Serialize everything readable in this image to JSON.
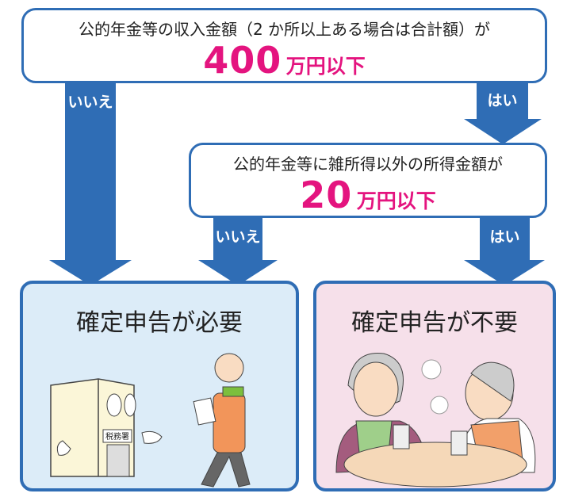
{
  "question1": {
    "text": "公的年金等の収入金額（2 か所以上ある場合は合計額）が",
    "amount": "400",
    "unit": "万円以下"
  },
  "question2": {
    "text": "公的年金等に雑所得以外の所得金額が",
    "amount": "20",
    "unit": "万円以下"
  },
  "labels": {
    "no": "いいえ",
    "yes": "はい"
  },
  "results": {
    "required": {
      "title": "確定申告が必要",
      "building_sign": "税務署"
    },
    "not_required": {
      "title": "確定申告が不要"
    }
  },
  "colors": {
    "arrow": "#2f6db5",
    "accent": "#e4147f",
    "required_bg": "#dcecf8",
    "not_required_bg": "#f6e0ea"
  }
}
